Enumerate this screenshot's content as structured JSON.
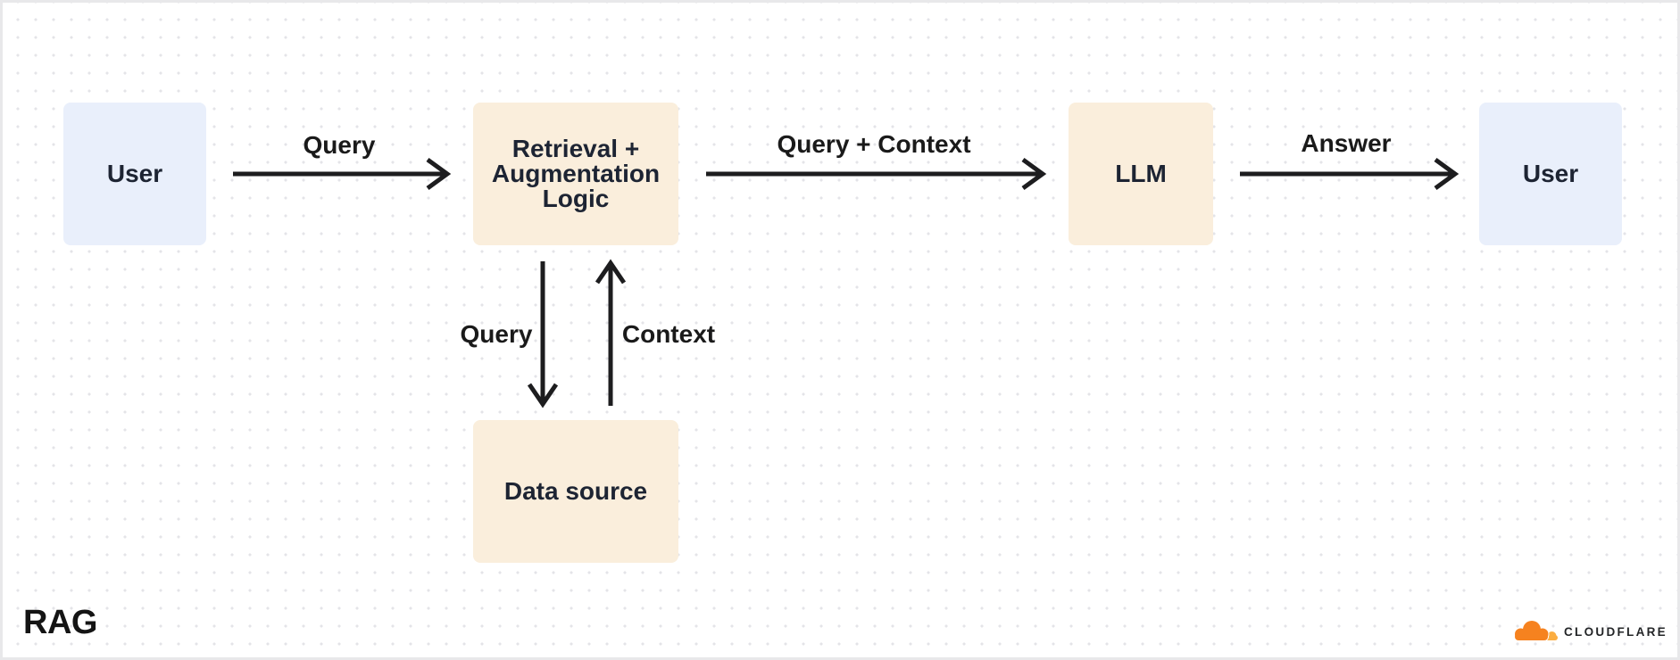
{
  "diagram": {
    "title": "RAG",
    "nodes": [
      {
        "id": "user-left",
        "label": "User",
        "kind": "user"
      },
      {
        "id": "retrieval",
        "label": "Retrieval + Augmentation Logic",
        "kind": "process"
      },
      {
        "id": "llm",
        "label": "LLM",
        "kind": "process"
      },
      {
        "id": "user-right",
        "label": "User",
        "kind": "user"
      },
      {
        "id": "data-source",
        "label": "Data source",
        "kind": "process"
      }
    ],
    "edges": [
      {
        "from": "user-left",
        "to": "retrieval",
        "label": "Query",
        "direction": "right"
      },
      {
        "from": "retrieval",
        "to": "llm",
        "label": "Query + Context",
        "direction": "right"
      },
      {
        "from": "llm",
        "to": "user-right",
        "label": "Answer",
        "direction": "right"
      },
      {
        "from": "retrieval",
        "to": "data-source",
        "label": "Query",
        "direction": "down"
      },
      {
        "from": "data-source",
        "to": "retrieval",
        "label": "Context",
        "direction": "up"
      }
    ]
  },
  "branding": {
    "wordmark": "CLOUDFLARE",
    "logo_icon": "cloudflare-cloud-icon"
  },
  "colors": {
    "background": "#FFFFFF",
    "dot_grid": "#E4E4E8",
    "border": "#E8E8EA",
    "node_user_fill": "#E9EFFB",
    "node_process_fill": "#FAEEDC",
    "node_text": "#1D2433",
    "arrow_stroke": "#1D1D1F",
    "cloud_orange": "#F6821F",
    "cloud_light_orange": "#FBAD41"
  }
}
